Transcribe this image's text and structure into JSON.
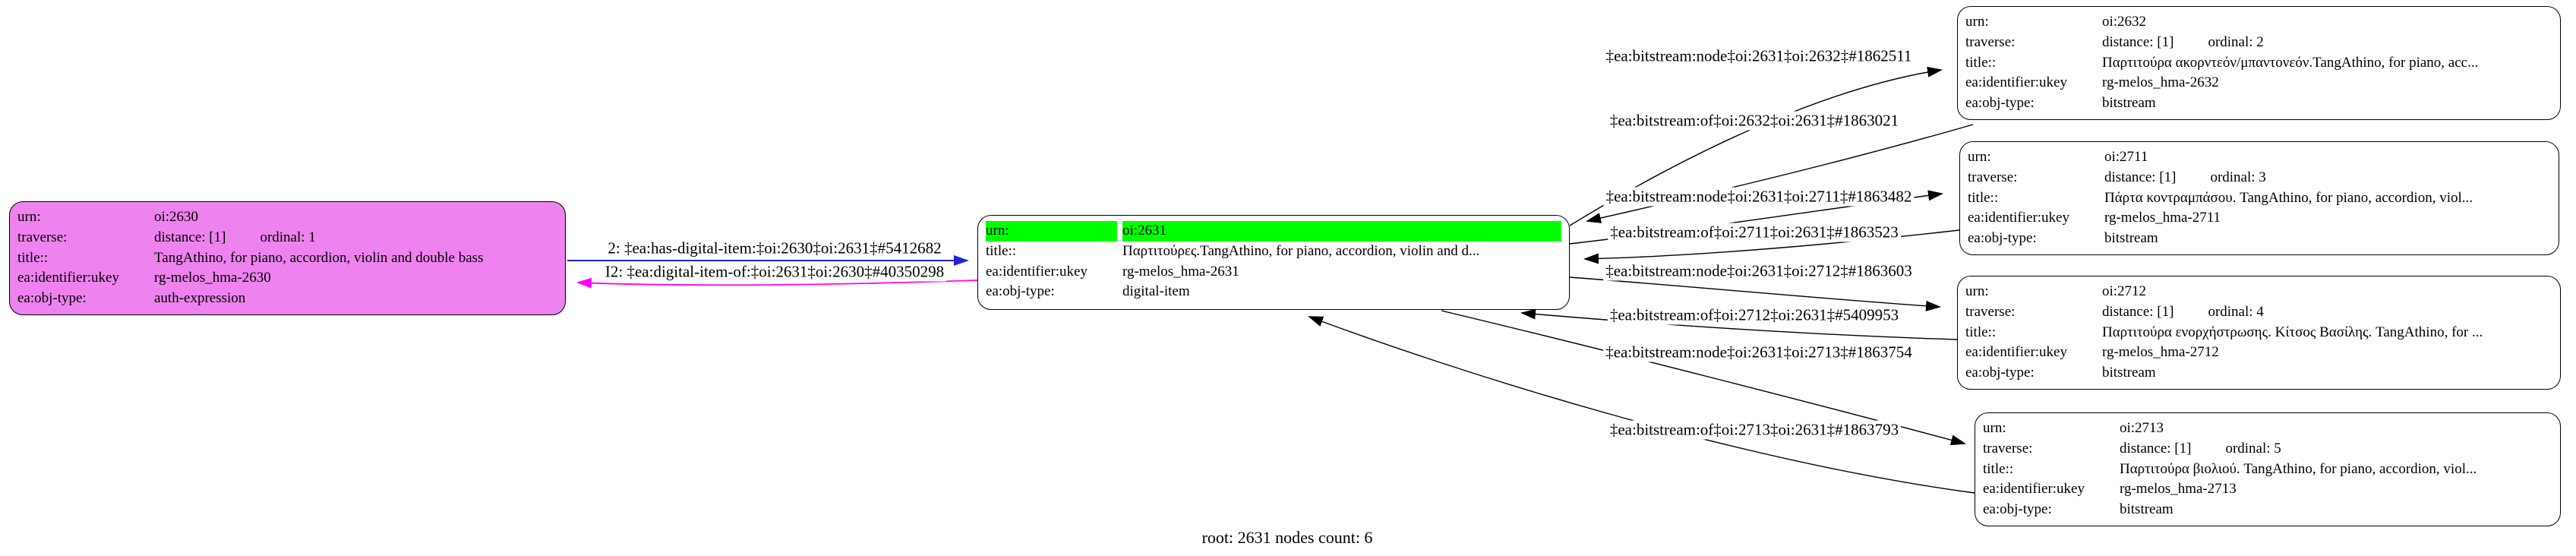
{
  "caption": "root: 2631 nodes count: 6",
  "colors": {
    "root_highlight": "#00ff00",
    "expression_node_fill": "#ee82ee",
    "forward_edge_blue": "#2222dd",
    "back_edge_magenta": "#ff00ff",
    "default_edge": "#000000"
  },
  "nodes": {
    "n2630": {
      "urn_k": "urn:",
      "urn_v": "oi:2630",
      "trav_k": "traverse:",
      "trav_d": "distance: [1]",
      "trav_o": "ordinal: 1",
      "title_k": "title::",
      "title_v": "TangAthino, for piano, accordion, violin and double bass",
      "ukey_k": "ea:identifier:ukey",
      "ukey_v": "rg-melos_hma-2630",
      "type_k": "ea:obj-type:",
      "type_v": "auth-expression"
    },
    "n2631": {
      "urn_k": "urn:",
      "urn_v": "oi:2631",
      "title_k": "title::",
      "title_v": "Παρτιτούρες.TangAthino, for piano, accordion, violin and d...",
      "ukey_k": "ea:identifier:ukey",
      "ukey_v": "rg-melos_hma-2631",
      "type_k": "ea:obj-type:",
      "type_v": "digital-item"
    },
    "n2632": {
      "urn_k": "urn:",
      "urn_v": "oi:2632",
      "trav_k": "traverse:",
      "trav_d": "distance: [1]",
      "trav_o": "ordinal: 2",
      "title_k": "title::",
      "title_v": "Παρτιτούρα ακορντεόν/μπαντονεόν.TangAthino, for piano, acc...",
      "ukey_k": "ea:identifier:ukey",
      "ukey_v": "rg-melos_hma-2632",
      "type_k": "ea:obj-type:",
      "type_v": "bitstream"
    },
    "n2711": {
      "urn_k": "urn:",
      "urn_v": "oi:2711",
      "trav_k": "traverse:",
      "trav_d": "distance: [1]",
      "trav_o": "ordinal: 3",
      "title_k": "title::",
      "title_v": "Πάρτα κοντραμπάσου. TangAthino, for piano, accordion, viol...",
      "ukey_k": "ea:identifier:ukey",
      "ukey_v": "rg-melos_hma-2711",
      "type_k": "ea:obj-type:",
      "type_v": "bitstream"
    },
    "n2712": {
      "urn_k": "urn:",
      "urn_v": "oi:2712",
      "trav_k": "traverse:",
      "trav_d": "distance: [1]",
      "trav_o": "ordinal: 4",
      "title_k": "title::",
      "title_v": "Παρτιτούρα ενορχήστρωσης. Κίτσος Βασίλης. TangAthino, for ...",
      "ukey_k": "ea:identifier:ukey",
      "ukey_v": "rg-melos_hma-2712",
      "type_k": "ea:obj-type:",
      "type_v": "bitstream"
    },
    "n2713": {
      "urn_k": "urn:",
      "urn_v": "oi:2713",
      "trav_k": "traverse:",
      "trav_d": "distance: [1]",
      "trav_o": "ordinal: 5",
      "title_k": "title::",
      "title_v": "Παρτιτούρα βιολιού. TangAthino, for piano, accordion, viol...",
      "ukey_k": "ea:identifier:ukey",
      "ukey_v": "rg-melos_hma-2713",
      "type_k": "ea:obj-type:",
      "type_v": "bitstream"
    }
  },
  "edges": {
    "has_digital_item": "2: ‡ea:has-digital-item:‡oi:2630‡oi:2631‡#5412682",
    "digital_item_of": "I2: ‡ea:digital-item-of:‡oi:2631‡oi:2630‡#40350298",
    "bs_node_2632": "‡ea:bitstream:node‡oi:2631‡oi:2632‡#1862511",
    "bs_of_2632": "‡ea:bitstream:of‡oi:2632‡oi:2631‡#1863021",
    "bs_node_2711": "‡ea:bitstream:node‡oi:2631‡oi:2711‡#1863482",
    "bs_of_2711": "‡ea:bitstream:of‡oi:2711‡oi:2631‡#1863523",
    "bs_node_2712": "‡ea:bitstream:node‡oi:2631‡oi:2712‡#1863603",
    "bs_of_2712": "‡ea:bitstream:of‡oi:2712‡oi:2631‡#5409953",
    "bs_node_2713": "‡ea:bitstream:node‡oi:2631‡oi:2713‡#1863754",
    "bs_of_2713": "‡ea:bitstream:of‡oi:2713‡oi:2631‡#1863793"
  }
}
